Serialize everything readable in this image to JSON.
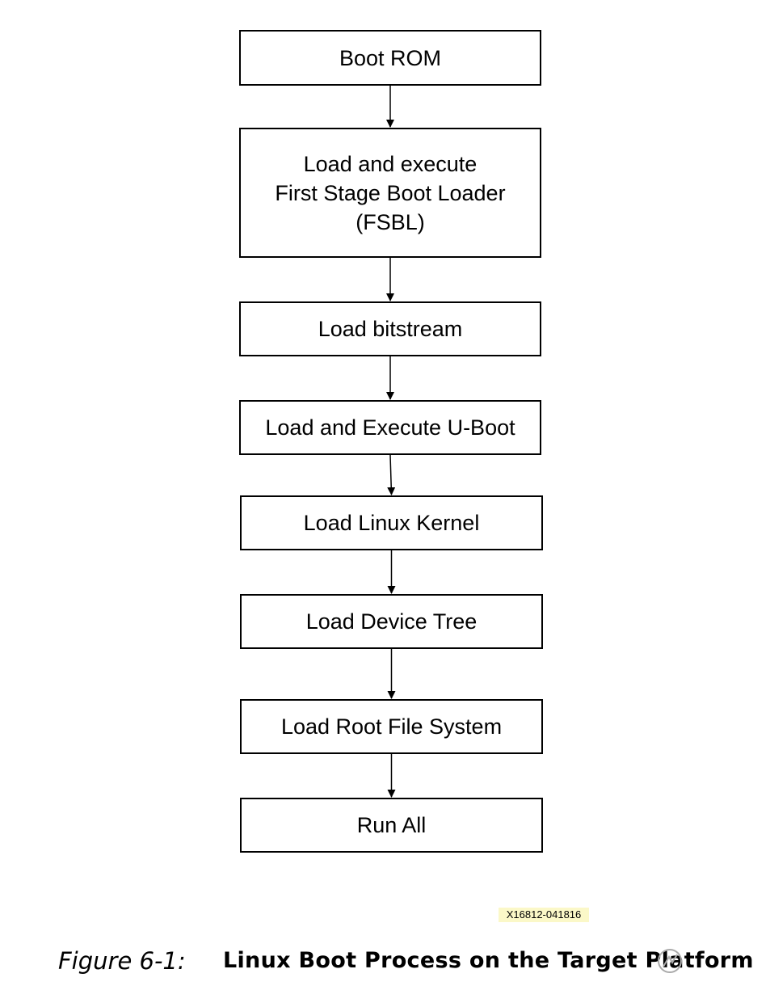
{
  "diagram": {
    "steps": [
      {
        "id": "boot-rom",
        "label": "Boot ROM"
      },
      {
        "id": "fsbl",
        "label": "Load and execute\nFirst Stage Boot Loader\n(FSBL)"
      },
      {
        "id": "bitstream",
        "label": "Load bitstream"
      },
      {
        "id": "u-boot",
        "label": "Load and Execute U-Boot"
      },
      {
        "id": "linux-kernel",
        "label": "Load Linux Kernel"
      },
      {
        "id": "device-tree",
        "label": "Load Device Tree"
      },
      {
        "id": "root-fs",
        "label": "Load Root File System"
      },
      {
        "id": "run-all",
        "label": "Run All"
      }
    ],
    "connections": [
      {
        "from": "boot-rom",
        "to": "fsbl"
      },
      {
        "from": "fsbl",
        "to": "bitstream"
      },
      {
        "from": "bitstream",
        "to": "u-boot"
      },
      {
        "from": "u-boot",
        "to": "linux-kernel"
      },
      {
        "from": "linux-kernel",
        "to": "device-tree"
      },
      {
        "from": "device-tree",
        "to": "root-fs"
      },
      {
        "from": "root-fs",
        "to": "run-all"
      }
    ],
    "figure_id": "X16812-041816"
  },
  "caption": {
    "label": "Figure 6-1:",
    "title": "Linux Boot Process on the Target Platform"
  },
  "colors": {
    "stroke": "#000000",
    "fill": "#ffffff",
    "figure_id_highlight": "#fbf8c8"
  }
}
